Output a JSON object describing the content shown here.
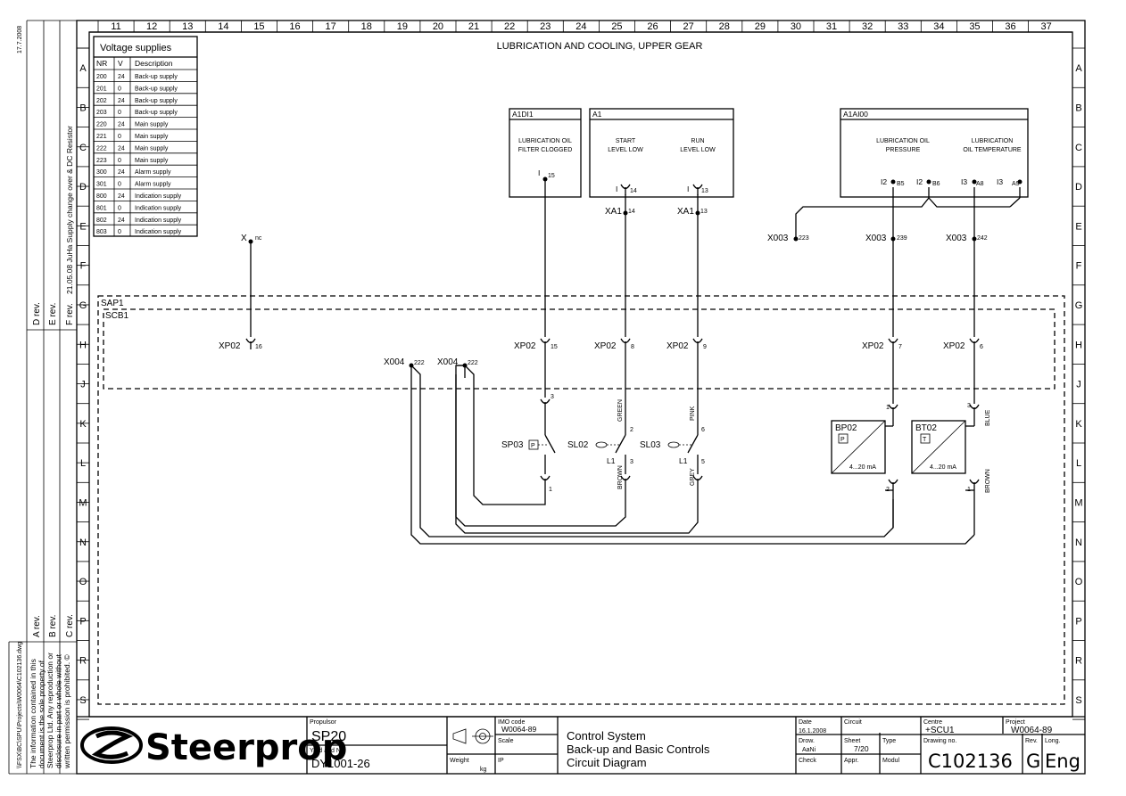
{
  "drawing_title": "LUBRICATION AND COOLING, UPPER GEAR",
  "col_numbers": [
    "11",
    "12",
    "13",
    "14",
    "15",
    "16",
    "17",
    "18",
    "19",
    "20",
    "21",
    "22",
    "23",
    "24",
    "25",
    "26",
    "27",
    "28",
    "29",
    "30",
    "31",
    "32",
    "33",
    "34",
    "35",
    "36",
    "37"
  ],
  "row_letters": [
    "A",
    "B",
    "C",
    "D",
    "E",
    "F",
    "G",
    "H",
    "J",
    "K",
    "L",
    "M",
    "N",
    "O",
    "P",
    "R",
    "S"
  ],
  "voltage_table": {
    "title": "Voltage supplies",
    "headers": [
      "NR",
      "V",
      "Description"
    ],
    "rows": [
      [
        "200",
        "24",
        "Back-up supply"
      ],
      [
        "201",
        "0",
        "Back-up supply"
      ],
      [
        "202",
        "24",
        "Back-up supply"
      ],
      [
        "203",
        "0",
        "Back-up supply"
      ],
      [
        "220",
        "24",
        "Main supply"
      ],
      [
        "221",
        "0",
        "Main supply"
      ],
      [
        "222",
        "24",
        "Main supply"
      ],
      [
        "223",
        "0",
        "Main supply"
      ],
      [
        "300",
        "24",
        "Alarm supply"
      ],
      [
        "301",
        "0",
        "Alarm supply"
      ],
      [
        "800",
        "24",
        "Indication supply"
      ],
      [
        "801",
        "0",
        "Indication supply"
      ],
      [
        "802",
        "24",
        "Indication supply"
      ],
      [
        "803",
        "0",
        "Indication supply"
      ]
    ]
  },
  "revision_strip": {
    "rev_labels": [
      "D rev.",
      "E rev.",
      "F rev.",
      "A rev.",
      "B rev.",
      "C rev."
    ],
    "rev_f_note": "21.05.08 JuHa Supply change over & DC Resistor",
    "file_path": "\\\\FSX\\BC\\SPU\\Projects\\W0064\\C102136.dwg",
    "date_stamp": "17.7.2008",
    "copyright": [
      "The information contained in this",
      "document is the sole property of",
      "Steerprop Ltd. Any reproduction or",
      "disclosure in part or whole without",
      "written permission is prohibited. ©"
    ]
  },
  "modules": {
    "a1di1": {
      "name": "A1DI1",
      "desc1": "LUBRICATION OIL",
      "desc2": "FILTER CLOGGED",
      "pin": "I",
      "pin_no": "15"
    },
    "a1": {
      "name": "A1",
      "start1": "START",
      "start2": "LEVEL LOW",
      "run1": "RUN",
      "run2": "LEVEL LOW",
      "pin": "I",
      "pin_a": "14",
      "pin_b": "13"
    },
    "a1ai00": {
      "name": "A1AI00",
      "p1": "LUBRICATION OIL",
      "p2": "PRESSURE",
      "t1": "LUBRICATION",
      "t2": "OIL TEMPERATURE",
      "i2": "I2",
      "i3": "I3",
      "b5": "B5",
      "b6": "B6",
      "a8": "A8",
      "a9": "A9"
    }
  },
  "connectors": {
    "xa1": "XA1",
    "xa1_14": "14",
    "xa1_13": "13",
    "x003": "X003",
    "x003_223": "223",
    "x003_239": "239",
    "x003_242": "242",
    "x_nc": "X",
    "nc": "nc",
    "xp02": "XP02",
    "xp02_16": "16",
    "xp02_15": "15",
    "xp02_8": "8",
    "xp02_9": "9",
    "xp02_7": "7",
    "xp02_6": "6",
    "x004": "X004",
    "x004_222": "222",
    "sap1": "SAP1",
    "scb1": "SCB1"
  },
  "devices": {
    "sp03": "SP03",
    "sl02": "SL02",
    "sl03": "SL03",
    "l1": "L1",
    "p": "P",
    "t": "T",
    "bp02": "BP02",
    "bt02": "BT02",
    "range": "4...20 mA",
    "green": "GREEN",
    "pink": "PINK",
    "brown": "BROWN",
    "grey": "GREY",
    "blue": "BLUE",
    "n1": "1",
    "n2": "2",
    "n3": "3",
    "n5": "5",
    "n6": "6"
  },
  "title_block": {
    "logo": "Steerprop",
    "propulsor_label": "Propulsor",
    "propulsor": "SP20",
    "yard_label": "Yard and NB",
    "yard": "DY1001-26",
    "imo_label": "IMO code",
    "imo": "W0064-89",
    "scale_label": "Scale",
    "weight_label": "Weight",
    "kg": "kg",
    "ip_label": "IP",
    "desc1": "Control System",
    "desc2": "Back-up and Basic Controls",
    "desc3": "Circuit Diagram",
    "date_label": "Date",
    "date": "16.1.2008",
    "circuit_label": "Circuit",
    "drow_label": "Drow.",
    "drow": "AaNi",
    "sheet_label": "Sheet",
    "sheet": "7/20",
    "type_label": "Type",
    "check_label": "Check",
    "appr_label": "Appr.",
    "modul_label": "Modul",
    "centre_label": "Centre",
    "centre": "+SCU1",
    "project_label": "Project",
    "project": "W0064-89",
    "drawing_no_label": "Drawing no.",
    "drawing_no": "C102136",
    "rev_label": "Rev.",
    "rev": "G",
    "long_label": "Long.",
    "long": "Eng"
  }
}
